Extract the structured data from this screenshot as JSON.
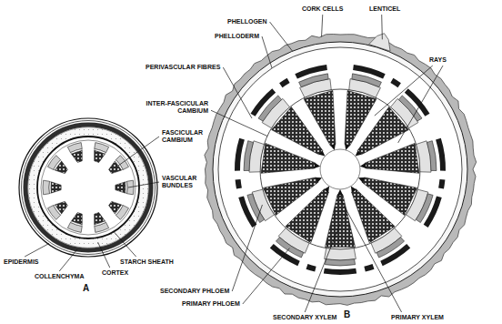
{
  "diagram": {
    "labels": [
      "CORK CELLS",
      "LENTICEL",
      "PHELLOGEN",
      "PHELLODERM",
      "PERIVASCULAR FIBRES",
      "RAYS",
      "INTER-FASCICULAR CAMBIUM",
      "FASCICULAR CAMBIUM",
      "VASCULAR BUNDLES",
      "STARCH SHEATH",
      "EPIDERMIS",
      "COLLENCHYMA",
      "CORTEX",
      "A",
      "SECONDARY PHLOEM",
      "PRIMARY PHLOEM",
      "SECONDARY XYLEM",
      "B",
      "PRIMARY XYLEM"
    ]
  }
}
